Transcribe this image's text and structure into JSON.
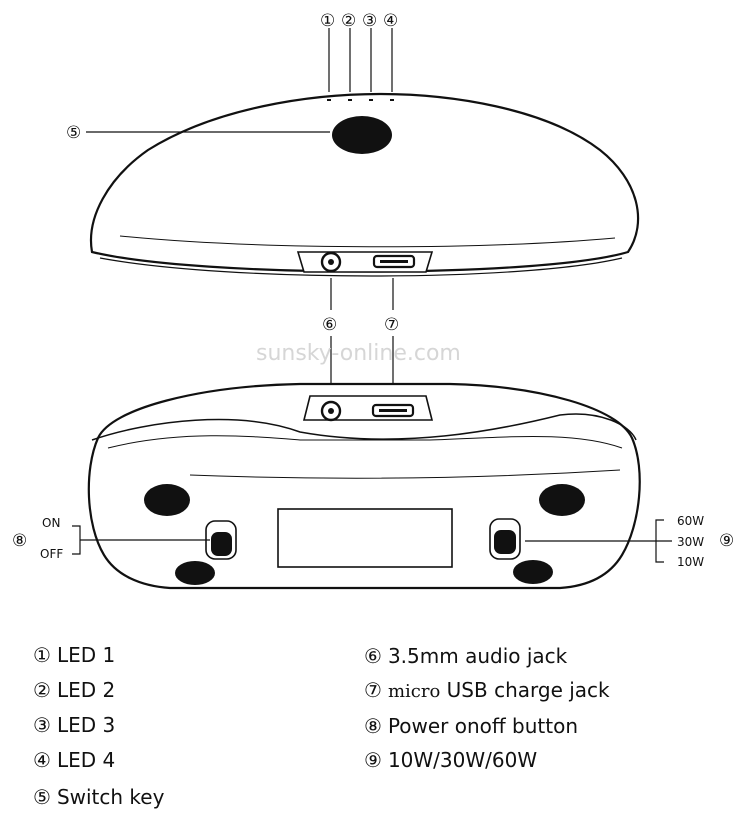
{
  "callouts": {
    "c1": "①",
    "c2": "②",
    "c3": "③",
    "c4": "④",
    "c5": "⑤",
    "c6": "⑥",
    "c7": "⑦",
    "c8": "⑧",
    "c9": "⑨"
  },
  "switch_labels": {
    "on": "ON",
    "off": "OFF"
  },
  "power_labels": {
    "p60": "60W",
    "p30": "30W",
    "p10": "10W"
  },
  "watermark": "sunsky-online.com",
  "legend": [
    {
      "num": "①",
      "text": "LED 1"
    },
    {
      "num": "②",
      "text": "LED 2"
    },
    {
      "num": "③",
      "text": "LED 3"
    },
    {
      "num": "④",
      "text": "LED 4"
    },
    {
      "num": "⑤",
      "text": "Switch key"
    },
    {
      "num": "⑥",
      "text": "3.5mm audio jack"
    },
    {
      "num": "⑦",
      "prefix": "micro",
      "text": "USB charge jack"
    },
    {
      "num": "⑧",
      "text": "Power onoff button"
    },
    {
      "num": "⑨",
      "text": "10W/30W/60W"
    }
  ]
}
